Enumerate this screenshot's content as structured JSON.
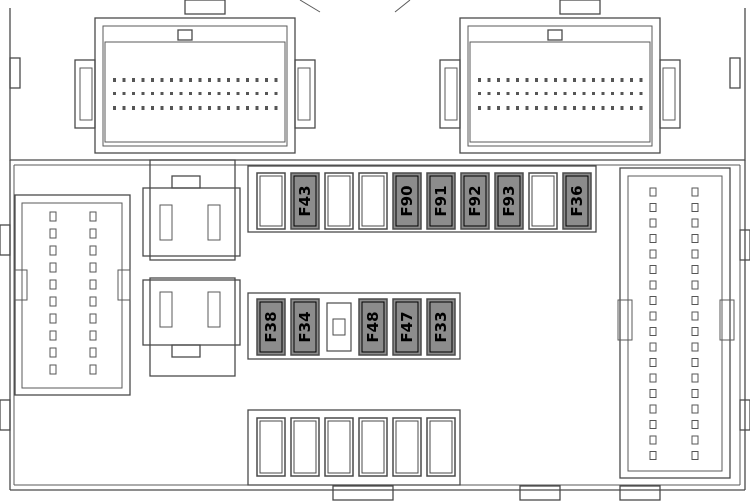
{
  "fuse_box": {
    "top_row": [
      {
        "id": "slot-1",
        "label": "",
        "filled": false
      },
      {
        "id": "slot-2",
        "label": "F43",
        "filled": true
      },
      {
        "id": "slot-3",
        "label": "",
        "filled": false
      },
      {
        "id": "slot-4",
        "label": "",
        "filled": false
      },
      {
        "id": "slot-5",
        "label": "F90",
        "filled": true
      },
      {
        "id": "slot-6",
        "label": "F91",
        "filled": true
      },
      {
        "id": "slot-7",
        "label": "F92",
        "filled": true
      },
      {
        "id": "slot-8",
        "label": "F93",
        "filled": true
      },
      {
        "id": "slot-9",
        "label": "",
        "filled": false
      },
      {
        "id": "slot-10",
        "label": "F36",
        "filled": true
      }
    ],
    "middle_row": [
      {
        "id": "slot-1",
        "label": "F38",
        "filled": true
      },
      {
        "id": "slot-2",
        "label": "F34",
        "filled": true
      },
      {
        "id": "slot-3",
        "label": "",
        "filled": false,
        "small": true
      },
      {
        "id": "slot-4",
        "label": "F48",
        "filled": true
      },
      {
        "id": "slot-5",
        "label": "F47",
        "filled": true
      },
      {
        "id": "slot-6",
        "label": "F33",
        "filled": true
      }
    ],
    "bottom_row_slot_count": 6,
    "colors": {
      "fuse_fill": "#8c8c8c",
      "slot_fill": "#ffffff",
      "outline": "#4a4a4a"
    }
  }
}
